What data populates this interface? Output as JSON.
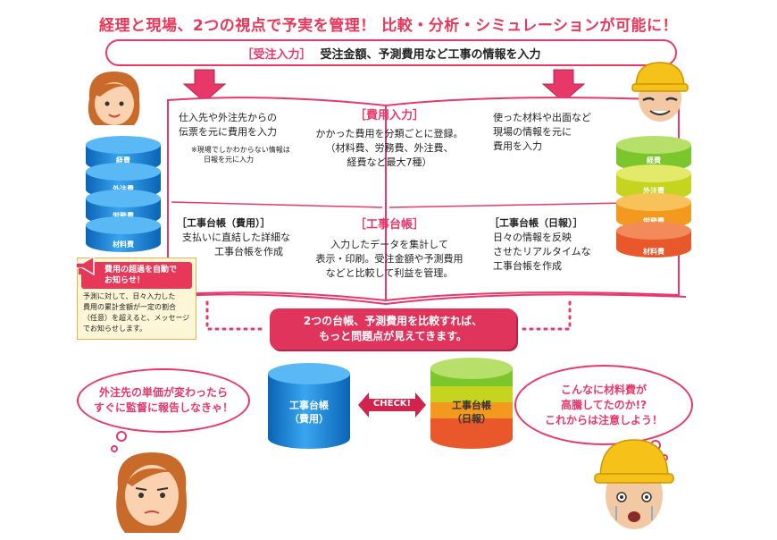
{
  "title": "経理と現場、2つの視点で予実を管理！ 比較・分析・シミュレーションが可能に！",
  "order_input": {
    "tag": "［受注入力］",
    "text": "受注金額、予測費用など工事の情報を入力"
  },
  "left_page": {
    "top_lines": [
      "仕入先や外注先からの",
      "伝票を元に費用を入力"
    ],
    "note_lines": [
      "※現場でしかわからない情報は",
      "日報を元に入力"
    ],
    "ledger_title": "［工事台帳（費用）］",
    "ledger_lines": [
      "支払いに直結した詳細な",
      "工事台帳を作成"
    ]
  },
  "center_page": {
    "cost_title": "［費用入力］",
    "cost_lines": [
      "かかった費用を分類ごとに登録。",
      "（材料費、労務費、外注費、",
      "経費など最大7種）"
    ],
    "ledger_title": "［工事台帳］",
    "ledger_lines": [
      "入力したデータを集計して",
      "表示・印刷。受注金額や予測費用",
      "などと比較して利益を管理。"
    ]
  },
  "right_page": {
    "top_lines": [
      "使った材料や出面など",
      "現場の情報を元に",
      "費用を入力"
    ],
    "ledger_title": "［工事台帳（日報）］",
    "ledger_lines": [
      "日々の情報を反映",
      "させたリアルタイムな",
      "工事台帳を作成"
    ]
  },
  "left_stack": [
    "経費",
    "外注費",
    "労務費",
    "材料費"
  ],
  "right_stack": [
    "経費",
    "外注費",
    "労務費",
    "材料費"
  ],
  "notice": {
    "head_lines": [
      "費用の超過を自動で",
      "お知らせ！"
    ],
    "body_lines": [
      "予測に対して、日々入力した",
      "費用の累計金額が一定の割合",
      "（任意）を超えると、メッセージ",
      "でお知らせします。"
    ]
  },
  "banner": {
    "lines": [
      "2つの台帳、予測費用を比較すれば、",
      "もっと問題点が見えてきます。"
    ]
  },
  "bottom": {
    "left_db_lines": [
      "工事台帳",
      "（費用）"
    ],
    "right_db_lines": [
      "工事台帳",
      "（日報）"
    ],
    "check_label": "CHECK!",
    "left_bubble_lines": [
      "外注先の単価が変わったら",
      "すぐに監督に報告しなきゃ！"
    ],
    "right_bubble_lines": [
      "こんなに材料費が",
      "高騰してたのか!?",
      "これからは注意しよう！"
    ]
  },
  "colors": {
    "accent": "#e8386a",
    "blue_db": "#1f8fe0",
    "banner": "#e0345c",
    "green": "#6cbf2a",
    "orange": "#f08a1c",
    "red_orange": "#e95a2a"
  }
}
